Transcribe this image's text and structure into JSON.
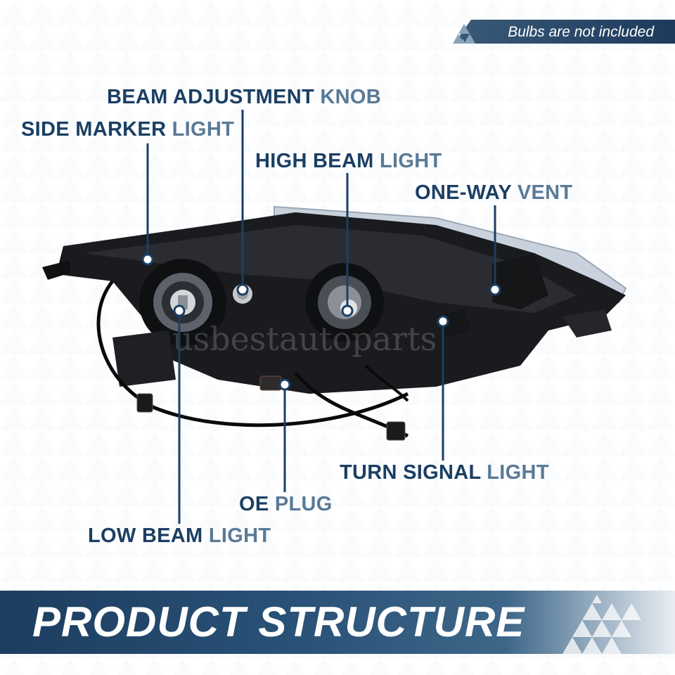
{
  "notice": {
    "text": "Bulbs are not included"
  },
  "callouts": [
    {
      "id": "beam-adjustment-knob",
      "main": "BEAM ADJUSTMENT ",
      "accent": "KNOB"
    },
    {
      "id": "side-marker-light",
      "main": "SIDE MARKER ",
      "accent": "LIGHT"
    },
    {
      "id": "high-beam-light",
      "main": "HIGH BEAM ",
      "accent": "LIGHT"
    },
    {
      "id": "one-way-vent",
      "main": "ONE-WAY ",
      "accent": "VENT"
    },
    {
      "id": "turn-signal-light",
      "main": "TURN SIGNAL ",
      "accent": "LIGHT"
    },
    {
      "id": "oe-plug",
      "main": "OE ",
      "accent": "PLUG"
    },
    {
      "id": "low-beam-light",
      "main": "LOW BEAM ",
      "accent": "LIGHT"
    }
  ],
  "watermark": "usbestautoparts",
  "banner": {
    "title": "PRODUCT STRUCTURE"
  },
  "colors": {
    "navy": "#1b3f64",
    "accent": "#5a7a96",
    "banner": "#1c3d5f"
  }
}
